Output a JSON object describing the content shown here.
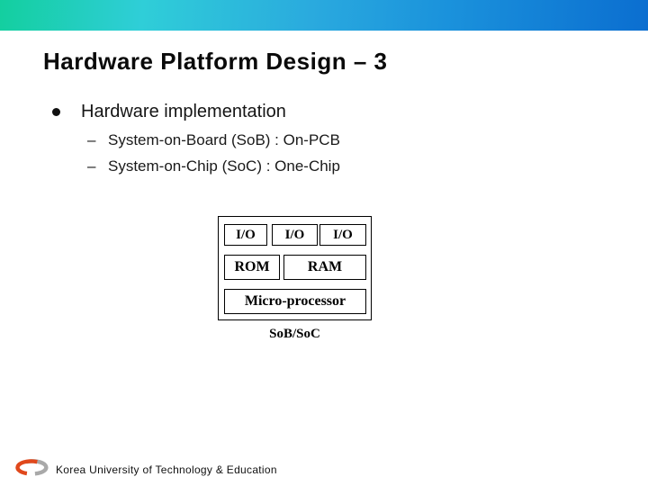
{
  "slide": {
    "title": "Hardware Platform Design – 3",
    "bullet": {
      "glyph": "●",
      "label": "Hardware implementation"
    },
    "sub_bullets": [
      {
        "glyph": "–",
        "label": "System-on-Board (SoB) : On-PCB"
      },
      {
        "glyph": "–",
        "label": "System-on-Chip (SoC) : One-Chip"
      }
    ]
  },
  "diagram": {
    "io_boxes": [
      "I/O",
      "I/O",
      "I/O"
    ],
    "rom_label": "ROM",
    "ram_label": "RAM",
    "processor_label": "Micro-processor",
    "caption": "SoB/SoC"
  },
  "footer": {
    "logo_icon": "university-swirl-logo",
    "text": "Korea University of Technology & Education"
  },
  "colors": {
    "gradient_left": "#13cf9f",
    "gradient_mid_cyan": "#2fced8",
    "gradient_mid_blue": "#2aaade",
    "gradient_right": "#0b6ed0",
    "logo_red": "#e0481c",
    "logo_gray": "#a9a9a9",
    "text_black": "#0d0d0d"
  }
}
